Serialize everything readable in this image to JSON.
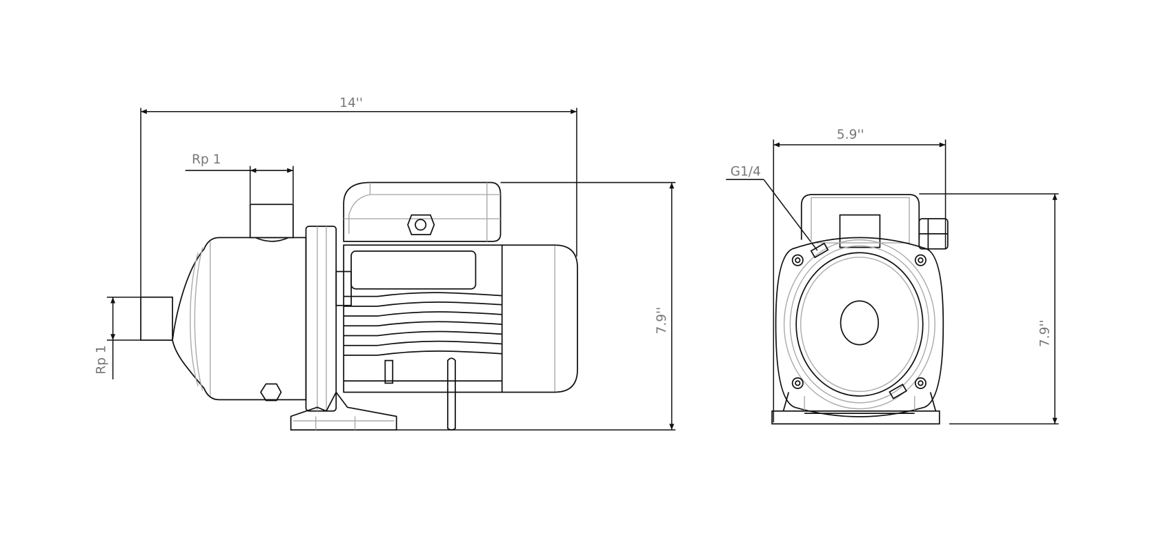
{
  "side_view": {
    "overall_length": "14''",
    "outlet_size": "Rp 1",
    "inlet_size": "Rp 1",
    "height": "7.9''"
  },
  "front_view": {
    "width": "5.9''",
    "drain_port": "G1/4",
    "height": "7.9''"
  }
}
